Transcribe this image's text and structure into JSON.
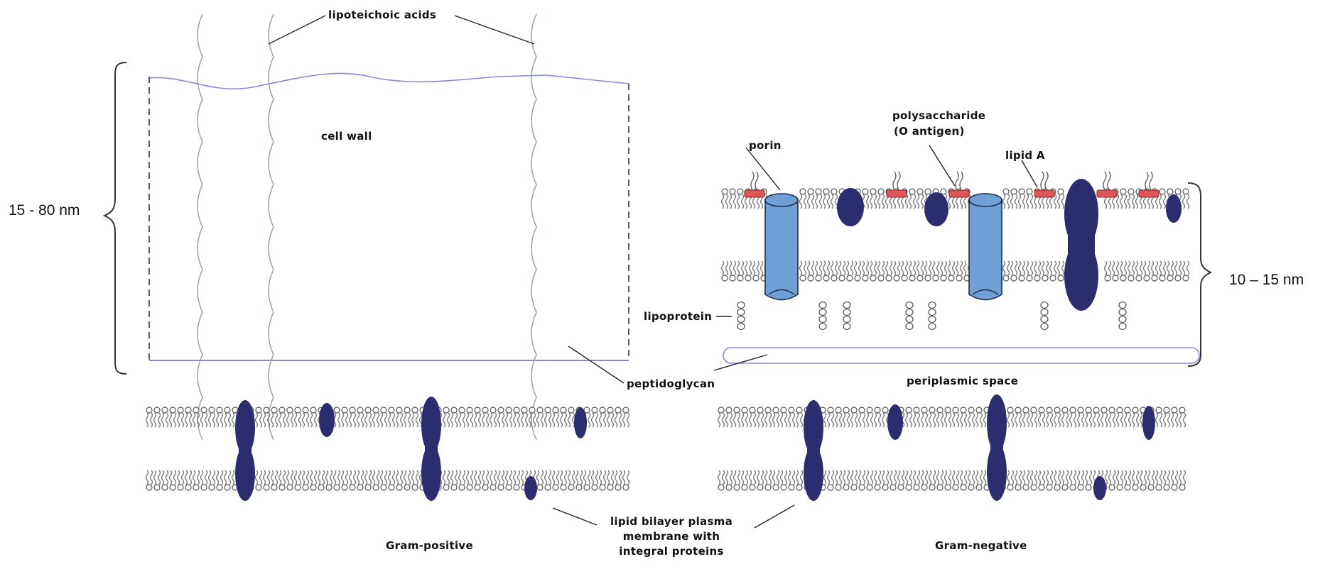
{
  "labels": {
    "lipoteichoic_acids": "lipoteichoic acids",
    "cell_wall": "cell wall",
    "dim_gram_positive": "15 - 80 nm",
    "peptidoglycan": "peptidoglycan",
    "lipid_bilayer": [
      "lipid bilayer plasma",
      "membrane with",
      "integral proteins"
    ],
    "gram_positive": "Gram-positive",
    "gram_negative": "Gram-negative",
    "porin": "porin",
    "polysaccharide": [
      "polysaccharide",
      "(O antigen)"
    ],
    "lipid_a": "lipid A",
    "lipoprotein": "lipoprotein",
    "periplasmic_space": "periplasmic space",
    "dim_gram_negative": "10 – 15 nm"
  },
  "colors": {
    "protein": "#2b2d6e",
    "porin": "#6f9fd4",
    "lipid_a": "#e0555a",
    "peptidoglycan_line": "#8888dd",
    "lipid_tail": "#7a7a7a",
    "fiber": "#9aa59a",
    "text": "#111111"
  }
}
